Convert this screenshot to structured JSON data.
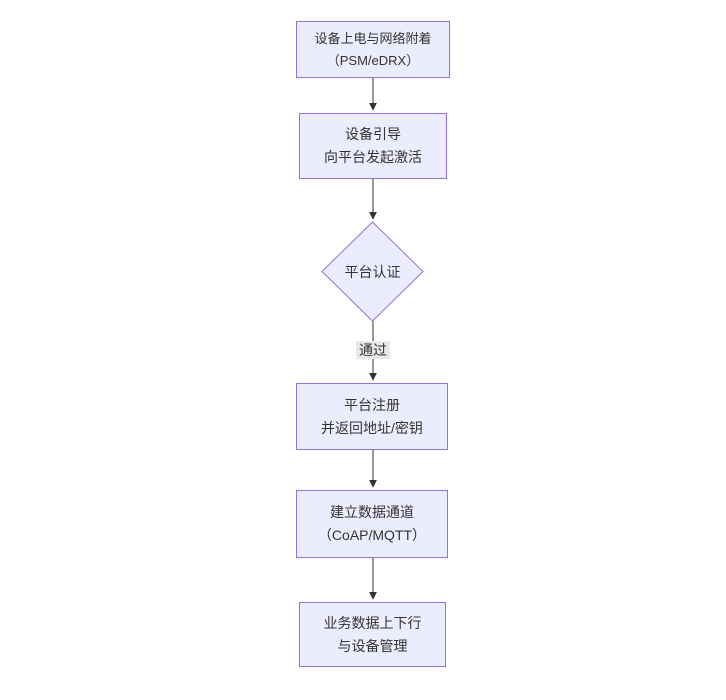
{
  "diagram": {
    "type": "flowchart",
    "direction": "top-down",
    "colors": {
      "node_fill": "#ECECFF",
      "node_border": "#9370DB",
      "text": "#333333",
      "line": "#333333",
      "edge_label_bg": "#e8e8e8",
      "canvas_bg": "#ffffff"
    },
    "nodes": [
      {
        "id": "power",
        "shape": "rect",
        "lines": [
          "设备上电与网络附着",
          "（PSM/eDRX）"
        ]
      },
      {
        "id": "boot",
        "shape": "rect",
        "lines": [
          "设备引导",
          "向平台发起激活"
        ]
      },
      {
        "id": "auth",
        "shape": "diamond",
        "lines": [
          "平台认证"
        ]
      },
      {
        "id": "reg",
        "shape": "rect",
        "lines": [
          "平台注册",
          "并返回地址/密钥"
        ]
      },
      {
        "id": "chan",
        "shape": "rect",
        "lines": [
          "建立数据通道",
          "（CoAP/MQTT）"
        ]
      },
      {
        "id": "biz",
        "shape": "rect",
        "lines": [
          "业务数据上下行",
          "与设备管理"
        ]
      }
    ],
    "edges": [
      {
        "from": "power",
        "to": "boot",
        "label": ""
      },
      {
        "from": "boot",
        "to": "auth",
        "label": ""
      },
      {
        "from": "auth",
        "to": "reg",
        "label": "通过"
      },
      {
        "from": "reg",
        "to": "chan",
        "label": ""
      },
      {
        "from": "chan",
        "to": "biz",
        "label": ""
      }
    ]
  }
}
